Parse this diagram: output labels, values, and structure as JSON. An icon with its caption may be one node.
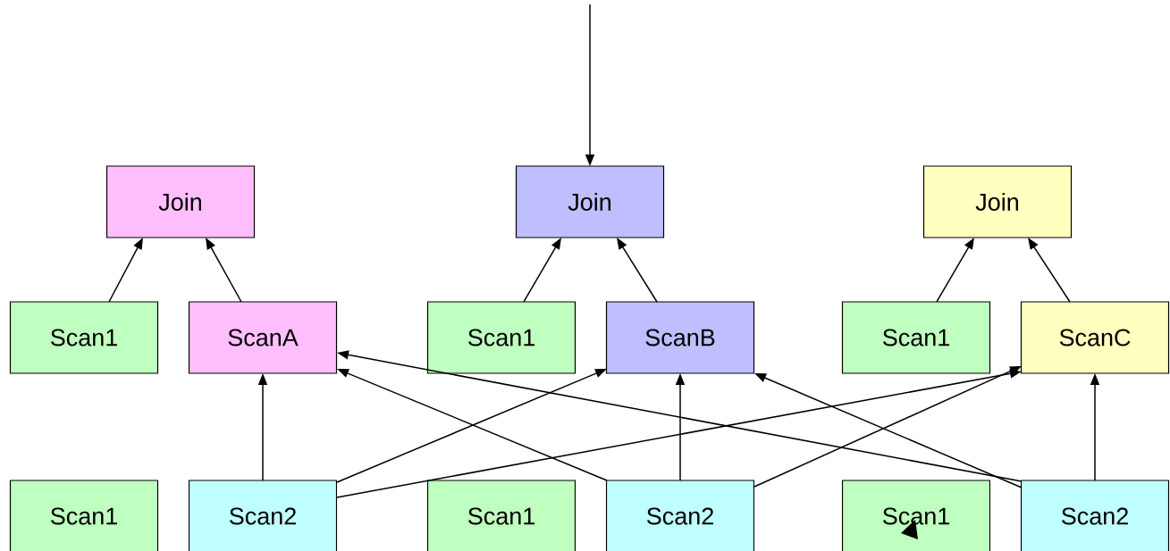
{
  "diagram": {
    "nodes": [
      {
        "text": [
          "Join"
        ]
      },
      {
        "text": [
          "Join"
        ]
      },
      {
        "text": [
          "Join"
        ]
      },
      {
        "text": [
          "Scan1"
        ]
      },
      {
        "text": [
          "ScanA"
        ]
      },
      {
        "text": [
          "Scan1"
        ]
      },
      {
        "text": [
          "ScanB"
        ]
      },
      {
        "text": [
          "Scan1"
        ]
      },
      {
        "text": [
          "ScanC"
        ]
      },
      {
        "text": [
          "Scan1"
        ]
      },
      {
        "text": [
          "Scan2"
        ]
      },
      {
        "text": [
          "Scan1"
        ]
      },
      {
        "text": [
          "Scan2"
        ]
      },
      {
        "text": [
          "Scan1"
        ]
      },
      {
        "text": [
          "Scan2"
        ]
      }
    ],
    "edges": [
      {
        "from": null,
        "to": 1,
        "arrow": "to"
      },
      {
        "from": 3,
        "to": 0,
        "arrow": "to"
      },
      {
        "from": 4,
        "to": 0,
        "arrow": "to"
      },
      {
        "from": 5,
        "to": 1,
        "arrow": "to"
      },
      {
        "from": 6,
        "to": 1,
        "arrow": "to"
      },
      {
        "from": 7,
        "to": 2,
        "arrow": "to"
      },
      {
        "from": 8,
        "to": 2,
        "arrow": "to"
      },
      {
        "from": 10,
        "to": 4,
        "arrow": "to"
      },
      {
        "from": 10,
        "to": 6,
        "arrow": "to"
      },
      {
        "from": 10,
        "to": 8,
        "arrow": "to"
      },
      {
        "from": 12,
        "to": 4,
        "arrow": "to"
      },
      {
        "from": 12,
        "to": 6,
        "arrow": "to"
      },
      {
        "from": 12,
        "to": 8,
        "arrow": "to"
      },
      {
        "from": 14,
        "to": 4,
        "arrow": "to"
      },
      {
        "from": 14,
        "to": 6,
        "arrow": "to"
      },
      {
        "from": 14,
        "to": 8,
        "arrow": "to"
      }
    ]
  }
}
